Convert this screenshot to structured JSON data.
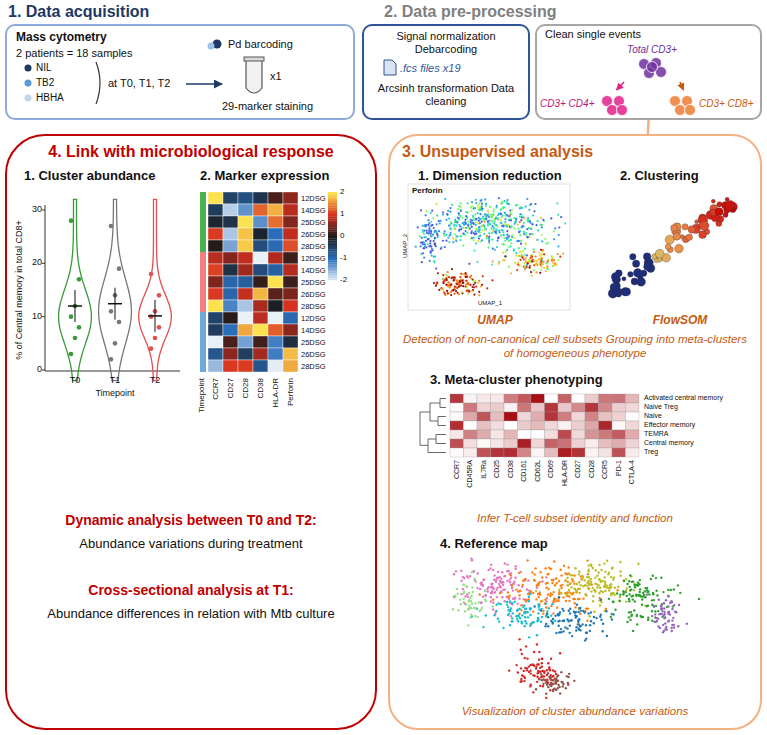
{
  "diagram": {
    "nodes": [
      {
        "text": [
          "1. Data acquisition",
          "Mass cytometry",
          "2 patients = 18 samples",
          "at T0, T1, T2",
          "Pd barcoding",
          "x1",
          "29-marker staining"
        ]
      },
      {
        "text": [
          "2. Data pre-processing",
          "Signal normalization Debarcoding",
          ".fcs files x19",
          "Arcsinh transformation Data cleaning"
        ]
      },
      {
        "text": [
          "Clean single events"
        ]
      },
      {
        "text": [
          "Total CD3+"
        ],
        "in": 2
      },
      {
        "text": [
          "CD3+ CD4+"
        ],
        "in": 2
      },
      {
        "text": [
          "CD3+ CD8+"
        ],
        "in": 2
      },
      {
        "text": [
          "4. Link with microbiological response",
          "1. Cluster abundance",
          "2. Marker expression",
          "Dynamic analysis between T0 and T2:",
          "Abundance variations during treatment",
          "Cross-sectional analysis at T1:",
          "Abundance differences in relation with Mtb culture"
        ]
      },
      {
        "text": [
          "3. Unsupervised analysis",
          "1. Dimension reduction",
          "2. Clustering",
          "UMAP",
          "FlowSOM",
          "Detection of non-canonical cell subsets Grouping into meta-clusters of homogeneous phenotype",
          "3. Meta-cluster phenotyping",
          "Infer T-cell subset identity and function",
          "4. Reference map",
          "Visualization of cluster abundance variations"
        ]
      }
    ],
    "edges": [
      {
        "from": 3,
        "to": 4,
        "arrow": "to"
      },
      {
        "from": 3,
        "to": 5,
        "arrow": "to"
      },
      {
        "from": 2,
        "to": 7,
        "arrow": "none"
      }
    ],
    "labels": [
      "NIL",
      "TB2",
      "HBHA",
      "% of Central memory in total CD8+",
      "0",
      "10",
      "20",
      "30",
      "T0",
      "T1",
      "T2",
      "Timepoint",
      "12DSG",
      "14DSG",
      "25DSG",
      "26DSG",
      "28DSG",
      "12DSG",
      "14DSG",
      "25DSG",
      "26DSG",
      "28DSG",
      "12DSG",
      "14DSG",
      "25DSG",
      "26DSG",
      "28DSG",
      "CCR7",
      "CD27",
      "CD28",
      "CD38",
      "HLA-DR",
      "Perforin",
      "Timepoint",
      "2",
      "1",
      "0",
      "-1",
      "-2",
      "Perforin",
      "UMAP_1",
      "UMAP_2",
      "Activated central memory",
      "Naive Treg",
      "Naive",
      "Effector memory",
      "TEMRA",
      "Central memory",
      "Treg",
      "CCR7",
      "CD45RA",
      "IL7Ra",
      "CD25",
      "CD38",
      "CD161",
      "CD62L",
      "CD69",
      "HLA-DR",
      "CD27",
      "CD28",
      "CCR5",
      "PD-1",
      "CTLA-4"
    ]
  }
}
